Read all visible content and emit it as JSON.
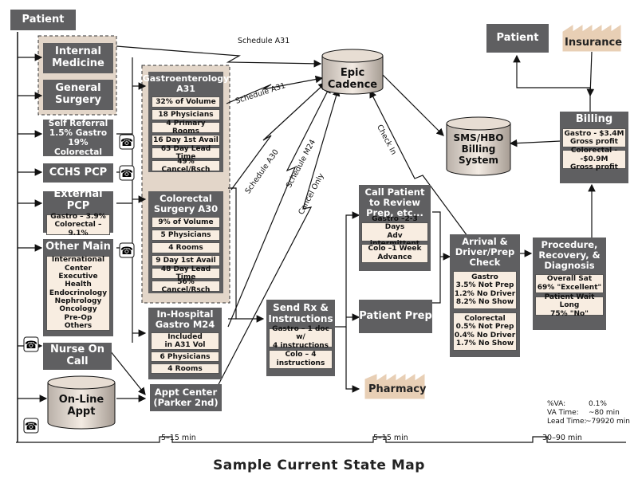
{
  "title": "Sample Current State Map",
  "patient": "Patient",
  "sources": {
    "internal_medicine": "Internal Medicine",
    "general_surgery": "General Surgery",
    "self_referral": "Self Referral\n1.5% Gastro\n19% Colorectal",
    "cchs_pcp": "CCHS PCP",
    "external_pcp": "External PCP",
    "external_pcp_data": "Gastro – 3.9%\nColorectal – 9.1%",
    "other_main": "Other Main",
    "other_main_list": "International\nCenter\nExecutive Health\nEndocrinology\nNephrology\nOncology\nPre-Op\nOthers",
    "nurse_on_call": "Nurse On Call",
    "online_appt": "On-Line Appt"
  },
  "gastro_a31": {
    "title": "Gastroenterology A31",
    "items": [
      "32% of Volume",
      "18 Physicians",
      "4 Primary Rooms",
      "16 Day 1st Avail",
      "63 Day Lead Time",
      "49% Cancel/Rsch"
    ]
  },
  "colorectal_a30": {
    "title": "Colorectal Surgery A30",
    "items": [
      "9% of Volume",
      "5 Physicians",
      "4 Rooms",
      "9 Day 1st Avail",
      "48 Day Lead Time",
      "56% Cancel/Rsch"
    ]
  },
  "inhospital": {
    "title": "In-Hospital Gastro M24",
    "items": [
      "Included\nin A31 Vol",
      "6 Physicians",
      "4 Rooms"
    ]
  },
  "appt_center": "Appt Center\n(Parker 2nd)",
  "epic": "Epic Cadence",
  "sms": "SMS/HBO Billing System",
  "flow_labels": {
    "schedule_a31_1": "Schedule A31",
    "schedule_a31_2": "Schedule A31",
    "schedule_a30": "Schedule A30",
    "schedule_m24": "Schedule M24",
    "cancel_only": "Cancel Only",
    "check_in": "Check In"
  },
  "call_patient": {
    "title": "Call Patient to Review Prep, etc...",
    "items": [
      "Gastro –2-3 Days\nAdv intermittent",
      "Colo –1 Week\nAdvance"
    ]
  },
  "patient_prep": "Patient Prep",
  "send_rx": {
    "title": "Send Rx & Instructions",
    "items": [
      "Gastro – 1 doc w/\n4 instructions",
      "Colo – 4\ninstructions"
    ]
  },
  "pharmacy": "Pharmacy",
  "arrival": {
    "title": "Arrival & Driver/Prep Check",
    "items": [
      "Gastro\n3.5% Not Prep\n1.2% No Driver\n8.2% No Show",
      "Colorectal\n0.5% Not Prep\n0.4% No Driver\n1.7% No Show"
    ]
  },
  "procedure": {
    "title": "Procedure, Recovery, & Diagnosis",
    "items": [
      "Overall Sat\n69% \"Excellent\"",
      "Patient Wait Long\n75% \"No\""
    ]
  },
  "billing": {
    "title": "Billing",
    "items": [
      "Gastro - $3.4M\nGross profit",
      "Colorectal - -$0.9M\nGross profit"
    ]
  },
  "patient_right": "Patient",
  "insurance": "Insurance",
  "timeline": {
    "t1": "5–15 min",
    "t2": "5–15 min",
    "t3": "30–90 min"
  },
  "summary": {
    "va_label": "%VA:",
    "va_value": "0.1%",
    "vat_label": "VA Time:",
    "vat_value": "~80 min",
    "lt_label": "Lead Time:",
    "lt_value": "~79920 min"
  },
  "colors": {
    "process": "#5f5f61",
    "data": "#f8ede1",
    "factory": "#e8cfb5",
    "group": "#e3d6c9"
  }
}
